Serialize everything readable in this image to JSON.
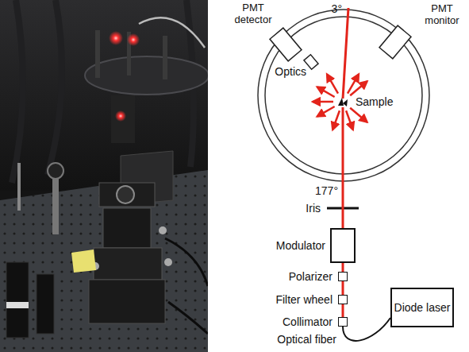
{
  "diagram": {
    "nodes": [
      {
        "text": [
          "PMT detector"
        ]
      },
      {
        "text": [
          "Optics"
        ]
      },
      {
        "text": [
          "PMT monitor"
        ]
      },
      {
        "text": [
          "Sample"
        ]
      },
      {
        "text": [
          "Modulator"
        ]
      },
      {
        "text": [
          "Polarizer"
        ]
      },
      {
        "text": [
          "Filter wheel"
        ]
      },
      {
        "text": [
          "Collimator"
        ]
      },
      {
        "text": [
          "Diode laser"
        ]
      }
    ],
    "edges": [
      {
        "from": 7,
        "to": 6,
        "arrow": "none"
      },
      {
        "from": 6,
        "to": 5,
        "arrow": "none"
      },
      {
        "from": 5,
        "to": 4,
        "arrow": "none"
      },
      {
        "from": 4,
        "to": 3,
        "arrow": "none"
      },
      {
        "from": 7,
        "to": 8,
        "arrow": "none"
      }
    ],
    "labels": [
      "3°",
      "177°",
      "Iris",
      "Optical fiber"
    ]
  }
}
